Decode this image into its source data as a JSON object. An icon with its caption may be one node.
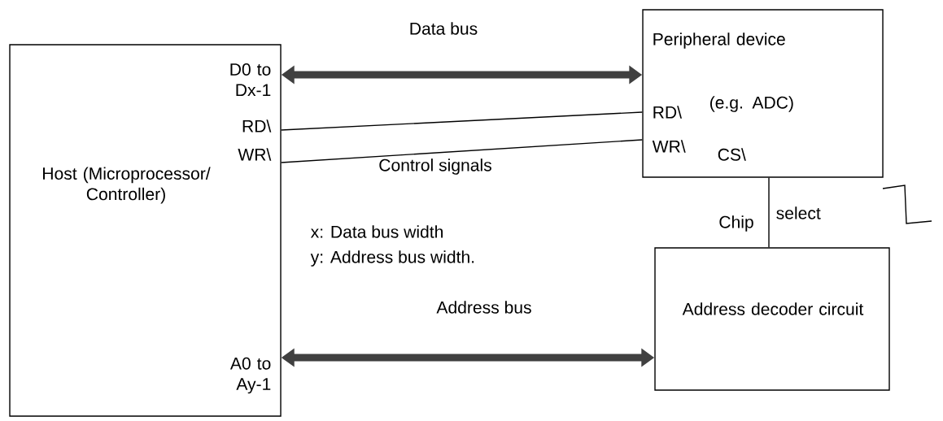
{
  "diagram": {
    "nodes": [
      {
        "text": [
          "D0 to Dx-1",
          "RD\\",
          "WR\\",
          "Host (Microprocessor/ Controller)",
          "A0 to Ay-1"
        ]
      },
      {
        "text": [
          "Peripheral device",
          "RD\\",
          "(e.g. ADC)",
          "WR\\",
          "CS\\"
        ]
      },
      {
        "text": [
          "Address decoder circuit"
        ]
      }
    ],
    "edges": [
      {
        "from": 0,
        "to": 1,
        "arrow": "both",
        "label": "Data bus",
        "style": "thick"
      },
      {
        "from": 0,
        "to": 1,
        "arrow": "none"
      },
      {
        "from": 0,
        "to": 1,
        "arrow": "none"
      },
      {
        "from": 0,
        "to": 2,
        "arrow": "both",
        "label": "Address bus",
        "style": "thick"
      },
      {
        "from": 1,
        "to": 2,
        "arrow": "none"
      }
    ],
    "labels": [
      "Control signals",
      "x: Data bus width",
      "y: Address bus width.",
      "Chip",
      "select"
    ]
  }
}
